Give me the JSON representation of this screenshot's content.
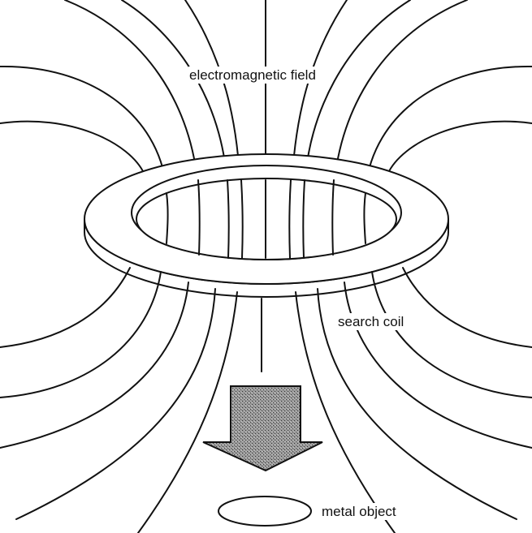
{
  "labels": {
    "field": "electromagnetic field",
    "coil": "search coil",
    "object": "metal object"
  },
  "colors": {
    "line": "#111111",
    "background": "#ffffff",
    "arrow_fill": "#8a8a8a"
  }
}
